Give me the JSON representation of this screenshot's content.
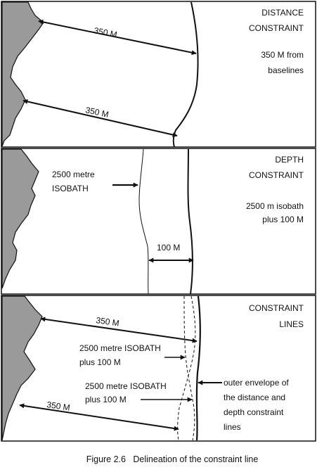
{
  "colors": {
    "land": "#9a9a9a",
    "ink": "#111111",
    "background": "#ffffff"
  },
  "panel1": {
    "title_line1": "DISTANCE",
    "title_line2": "CONSTRAINT",
    "desc_line1": "350 M from",
    "desc_line2": "baselines",
    "dist_label_a": "350 M",
    "dist_label_b": "350 M"
  },
  "panel2": {
    "title_line1": "DEPTH",
    "title_line2": "CONSTRAINT",
    "desc_line1": "2500 m isobath",
    "desc_line2": "plus 100 M",
    "isobath_label_line1": "2500 metre",
    "isobath_label_line2": "ISOBATH",
    "dist_label": "100 M"
  },
  "panel3": {
    "title_line1": "CONSTRAINT",
    "title_line2": "LINES",
    "dist_label_a": "350 M",
    "dist_label_b": "350 M",
    "isobath_a_line1": "2500 metre ISOBATH",
    "isobath_a_line2": "plus 100 M",
    "isobath_b_line1": "2500 metre ISOBATH",
    "isobath_b_line2": "plus 100 M",
    "envelope_line1": "outer envelope of",
    "envelope_line2": "the distance and",
    "envelope_line3": "depth constraint",
    "envelope_line4": "lines"
  },
  "caption": "Figure 2.6   Delineation of the constraint line"
}
